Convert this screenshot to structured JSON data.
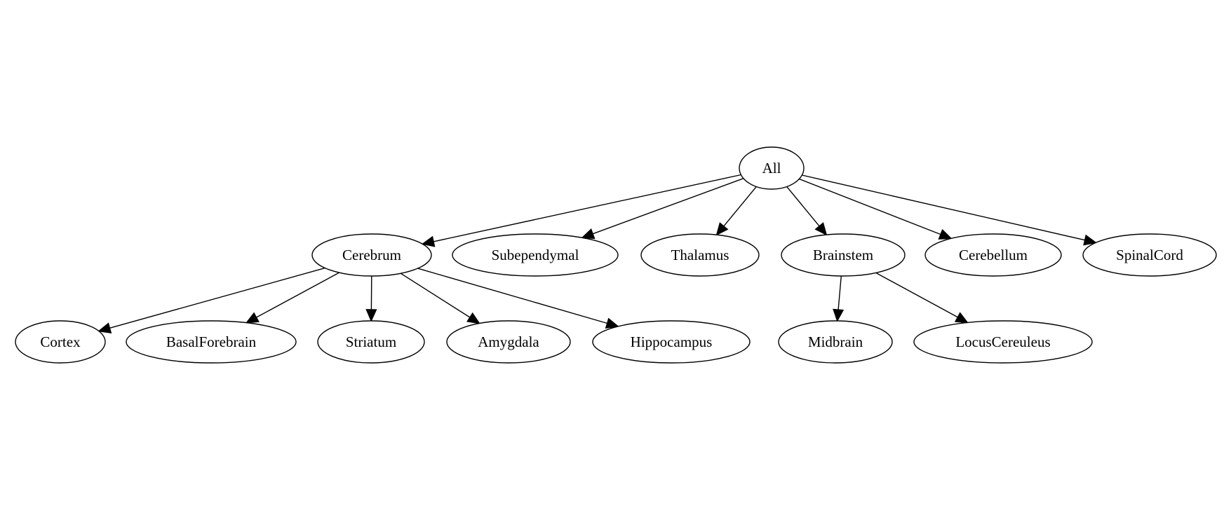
{
  "diagram": {
    "type": "tree",
    "colors": {
      "background": "#ffffff",
      "stroke": "#000000",
      "node_fill": "#ffffff",
      "text": "#000000"
    },
    "nodes": [
      {
        "id": "all",
        "label": "All"
      },
      {
        "id": "cerebrum",
        "label": "Cerebrum"
      },
      {
        "id": "subependymal",
        "label": "Subependymal"
      },
      {
        "id": "thalamus",
        "label": "Thalamus"
      },
      {
        "id": "brainstem",
        "label": "Brainstem"
      },
      {
        "id": "cerebellum",
        "label": "Cerebellum"
      },
      {
        "id": "spinalcord",
        "label": "SpinalCord"
      },
      {
        "id": "cortex",
        "label": "Cortex"
      },
      {
        "id": "basalforebrain",
        "label": "BasalForebrain"
      },
      {
        "id": "striatum",
        "label": "Striatum"
      },
      {
        "id": "amygdala",
        "label": "Amygdala"
      },
      {
        "id": "hippocampus",
        "label": "Hippocampus"
      },
      {
        "id": "midbrain",
        "label": "Midbrain"
      },
      {
        "id": "locuscereuleus",
        "label": "LocusCereuleus"
      }
    ],
    "edges": [
      {
        "from": "all",
        "to": "cerebrum"
      },
      {
        "from": "all",
        "to": "subependymal"
      },
      {
        "from": "all",
        "to": "thalamus"
      },
      {
        "from": "all",
        "to": "brainstem"
      },
      {
        "from": "all",
        "to": "cerebellum"
      },
      {
        "from": "all",
        "to": "spinalcord"
      },
      {
        "from": "cerebrum",
        "to": "cortex"
      },
      {
        "from": "cerebrum",
        "to": "basalforebrain"
      },
      {
        "from": "cerebrum",
        "to": "striatum"
      },
      {
        "from": "cerebrum",
        "to": "amygdala"
      },
      {
        "from": "cerebrum",
        "to": "hippocampus"
      },
      {
        "from": "brainstem",
        "to": "midbrain"
      },
      {
        "from": "brainstem",
        "to": "locuscereuleus"
      }
    ]
  }
}
